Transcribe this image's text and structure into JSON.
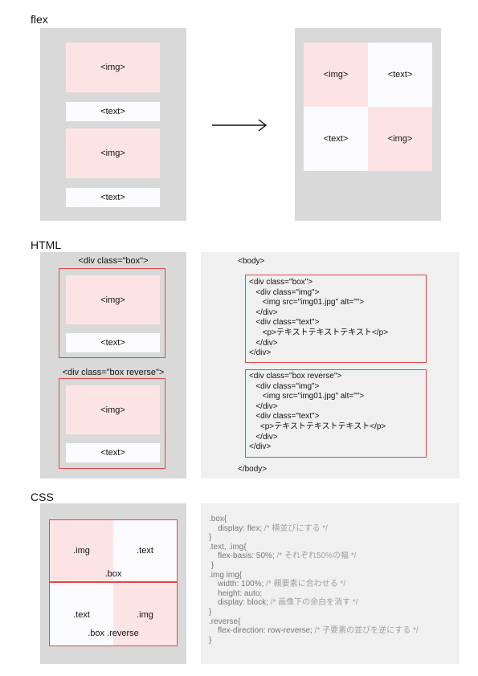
{
  "sections": {
    "flex_title": "flex",
    "html_title": "HTML",
    "css_title": "CSS"
  },
  "flex": {
    "left_items": [
      "<img>",
      "<text>",
      "<img>",
      "<text>"
    ],
    "grid_items": [
      "<img>",
      "<text>",
      "<text>",
      "<img>"
    ]
  },
  "html": {
    "box_label": "<div class=\"box\">",
    "reverse_label": "<div class=\"box reverse\">",
    "box_items": [
      "<img>",
      "<text>"
    ],
    "reverse_items": [
      "<img>",
      "<text>"
    ],
    "body_open": "<body>",
    "body_close": "</body>",
    "code_block1": [
      "<div class=\"box\">",
      "   <div class=\"img\">",
      "      <img src=\"img01.jpg\" alt=\"\">",
      "   </div>",
      "   <div class=\"text\">",
      "      <p>テキストテキストテキスト</p>",
      "   </div>",
      "</div>"
    ],
    "code_block2": [
      "<div class=\"box reverse\">",
      "   <div class=\"img\">",
      "      <img src=\"img01.jpg\" alt=\"\">",
      "   </div>",
      "   <div class=\"text\">",
      "     <p>テキストテキストテキスト</p>",
      "   </div>",
      "</div>"
    ]
  },
  "css": {
    "row1": {
      "left": ".img",
      "right": ".text",
      "caption": ".box"
    },
    "row2": {
      "left": ".text",
      "right": ".img",
      "caption": ".box .reverse"
    },
    "code": [
      {
        "code": ".box{",
        "comment": ""
      },
      {
        "code": "    display: flex; ",
        "comment": "/* 横並びにする */"
      },
      {
        "code": "}",
        "comment": ""
      },
      {
        "code": ".text, .img{",
        "comment": ""
      },
      {
        "code": "    flex-basis: 50%; ",
        "comment": "/* それぞれ50%の幅 */"
      },
      {
        "code": " }",
        "comment": ""
      },
      {
        "code": ".img img{",
        "comment": ""
      },
      {
        "code": "    width: 100%; ",
        "comment": "/* 親要素に合わせる */"
      },
      {
        "code": "    height: auto;",
        "comment": ""
      },
      {
        "code": "    display: block; ",
        "comment": "/* 画像下の余白を消す */"
      },
      {
        "code": "}",
        "comment": ""
      },
      {
        "code": ".reverse{",
        "comment": ""
      },
      {
        "code": "    flex-direction: row-reverse; ",
        "comment": "/* 子要素の並びを逆にする */"
      },
      {
        "code": "}",
        "comment": ""
      }
    ]
  },
  "colors": {
    "panel_gray": "#d9d9d9",
    "panel_light": "#f0f0f0",
    "img_pink": "#fde4e4",
    "text_white": "#fbfbff",
    "highlight_red": "#e04848"
  }
}
